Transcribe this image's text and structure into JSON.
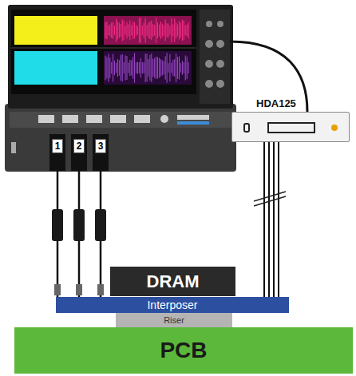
{
  "diagram": {
    "nodes": [
      {
        "text": [
          "DRAM"
        ]
      },
      {
        "text": [
          "Interposer"
        ]
      },
      {
        "text": [
          "Riser"
        ]
      },
      {
        "text": [
          "PCB"
        ]
      },
      {
        "text": [
          "HDA125"
        ]
      },
      {
        "text": [
          "1"
        ]
      },
      {
        "text": [
          "2"
        ]
      },
      {
        "text": [
          "3"
        ]
      }
    ],
    "edges": [
      {
        "from": 4,
        "to": 1,
        "arrow": "none"
      },
      {
        "from": 5,
        "to": 1,
        "arrow": "none"
      },
      {
        "from": 6,
        "to": 1,
        "arrow": "none"
      },
      {
        "from": 7,
        "to": 1,
        "arrow": "none"
      }
    ]
  }
}
